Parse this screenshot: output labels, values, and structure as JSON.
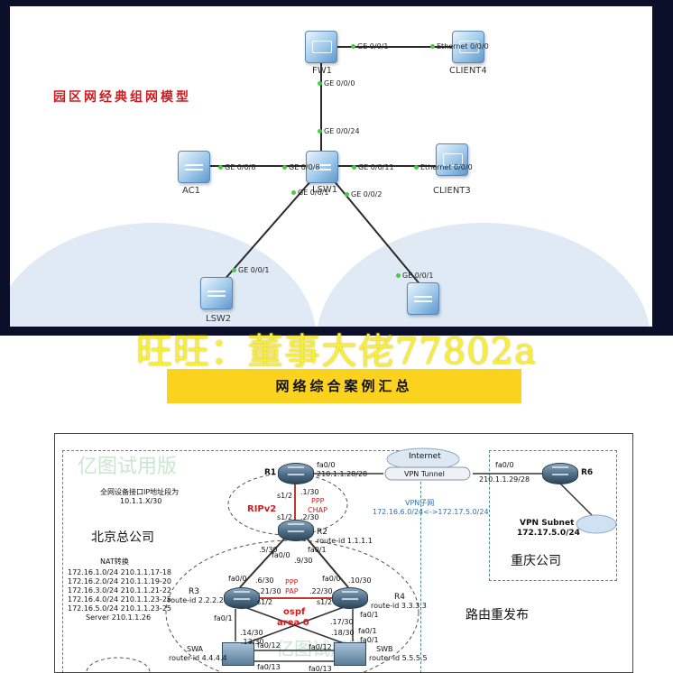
{
  "top": {
    "title": "园区网经典组网模型",
    "devices": {
      "fw1": "FW1",
      "client4": "CLIENT4",
      "ac1": "AC1",
      "client3": "CLIENT3",
      "lsw1": "LSW1",
      "lsw2": "LSW2"
    },
    "ports": {
      "fw1_right": "GE 0/0/1",
      "client4_left": "Ethernet 0/0/0",
      "fw1_down": "GE 0/0/0",
      "lsw1_up": "GE 0/0/24",
      "ac1_right": "GE 0/0/8",
      "lsw1_left": "GE 0/0/8",
      "lsw1_right": "GE 0/0/11",
      "client3_left": "Ethernet 0/0/0",
      "lsw1_down1": "GE 0/0/1",
      "lsw1_down2": "GE 0/0/2",
      "lsw2_up": "GE 0/0/1",
      "lsw3_up": "GE 0/0/1"
    }
  },
  "watermark": "旺旺：董事大佬77802a",
  "banner": "网络综合案例汇总",
  "bottom": {
    "trial_watermark": "亿图试用版",
    "trial_watermark_bottom": "亿图试用版",
    "note_line1": "全网设备接口IP地址段为",
    "note_line2": "10.1.1.X/30",
    "beijing": "北京总公司",
    "chongqing": "重庆公司",
    "redistribute": "路由重发布",
    "internet": "Internet",
    "vpn_tunnel": "VPN Tunnel",
    "vpn_subnet_label": "VPN子网",
    "vpn_subnet_value": "172.16.6.0/24<->172.17.5.0/24",
    "vpn_subnet_r6_1": "VPN Subnet",
    "vpn_subnet_r6_2": "172.17.5.0/24",
    "ripv2": "RIPv2",
    "ppp_chap_1": "PPP",
    "ppp_chap_2": "CHAP",
    "ppp_pap_1": "PPP",
    "ppp_pap_2": "PAP",
    "ospf_1": "ospf",
    "ospf_2": "area 0",
    "nat": {
      "title": "NAT转换",
      "rows": [
        "172.16.1.0/24  210.1.1.17-18",
        "172.16.2.0/24  210.1.1.19-20",
        "172.16.3.0/24  210.1.1.21-22",
        "172.16.4.0/24  210.1.1.23-25",
        "172.16.5.0/24  210.1.1.23-25",
        "Server  210.1.1.26"
      ]
    },
    "r1": {
      "name": "R1",
      "fa": "fa0/0",
      "ip": "210.1.1.28/28",
      "s12": "s1/2",
      "p130": ".1/30"
    },
    "r6": {
      "name": "R6",
      "fa": "fa0/0",
      "ip": "210.1.1.29/28"
    },
    "r2": {
      "name": "R2",
      "rid": "route-id 1.1.1.1",
      "s12": "s1/2",
      "p230": ".2/30",
      "fa00": "fa0/0",
      "fa01": "fa0/1",
      "p530": ".5/30",
      "p930": ".9/30"
    },
    "r3": {
      "name": "R3",
      "rid": "route-id 2.2.2.2",
      "fa00": "fa0/0",
      "p630": ".6/30",
      "s12": "s1/2",
      "p2130": ".21/30",
      "fa01": "fa0/1",
      "p1430": ".14/30"
    },
    "r4": {
      "name": "R4",
      "rid": "route-id 3.3.3.3",
      "fa00": "fa0/0",
      "p1030": ".10/30",
      "s12": "s1/2",
      "p2230": ".22/30",
      "fa01": "fa0/1",
      "p1730": ".17/30",
      "fa01b": "fa0/1",
      "p1830": ".18/30"
    },
    "swa": {
      "name": "SWA",
      "rid": "router-id 4.4.4.4",
      "fa012": "fa0/12",
      "fa013": "fa0/13"
    },
    "swb": {
      "name": "SWB",
      "rid": "router-id 5.5.5.5",
      "fa012": "fa0/12",
      "fa013": "fa0/13",
      "fa01": "fa0/1",
      "p1330": ".13/30"
    }
  }
}
